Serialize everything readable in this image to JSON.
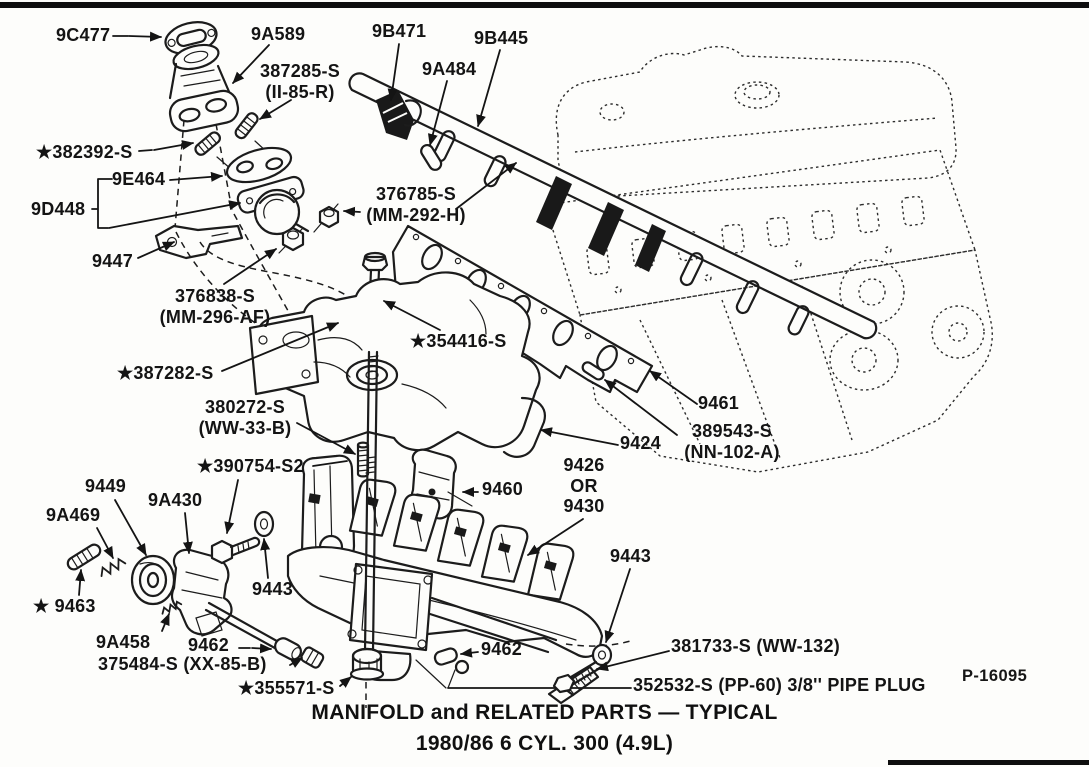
{
  "colors": {
    "ink": "#161616",
    "paper": "#fdfdfb"
  },
  "figure": {
    "caption_line1": "MANIFOLD and RELATED PARTS — TYPICAL",
    "caption_line2": "1980/86 6 CYL. 300 (4.9L)",
    "figure_number": "P-16095"
  },
  "callouts": {
    "c9c477": {
      "text": "9C477"
    },
    "c9a589": {
      "text": "9A589"
    },
    "c387285": {
      "text": "387285-S\n(II-85-R)"
    },
    "c9b471": {
      "text": "9B471"
    },
    "c9b445": {
      "text": "9B445"
    },
    "c9a484": {
      "text": "9A484"
    },
    "c382392": {
      "text": "★382392-S"
    },
    "c9e464": {
      "text": "9E464"
    },
    "c9d448": {
      "text": "9D448"
    },
    "c9447": {
      "text": "9447"
    },
    "c376785": {
      "text": "376785-S\n(MM-292-H)"
    },
    "c376838": {
      "text": "376838-S\n(MM-296-AF)"
    },
    "c387282": {
      "text": "★387282-S"
    },
    "c354416": {
      "text": "★354416-S"
    },
    "c380272": {
      "text": "380272-S\n(WW-33-B)"
    },
    "c390754": {
      "text": "★390754-S2"
    },
    "c9460": {
      "text": "9460"
    },
    "c9424": {
      "text": "9424"
    },
    "c9426": {
      "text": "9426\nOR\n9430"
    },
    "c9461": {
      "text": "9461"
    },
    "c389543": {
      "text": "389543-S\n(NN-102-A)"
    },
    "c9449": {
      "text": "9449"
    },
    "c9a469": {
      "text": "9A469"
    },
    "c9463": {
      "text": "★ 9463"
    },
    "c9a430": {
      "text": "9A430"
    },
    "c9443L": {
      "text": "9443"
    },
    "c9a458": {
      "text": "9A458"
    },
    "c9462a": {
      "text": "9462"
    },
    "c375484": {
      "text": "375484-S (XX-85-B)"
    },
    "c355571": {
      "text": "★355571-S"
    },
    "c9462b": {
      "text": "9462"
    },
    "c9443R": {
      "text": "9443"
    },
    "c381733": {
      "text": "381733-S (WW-132)"
    },
    "c352532": {
      "text": "352532-S (PP-60) 3/8'' PIPE PLUG"
    },
    "p16095": {
      "text": "P-16095"
    }
  }
}
